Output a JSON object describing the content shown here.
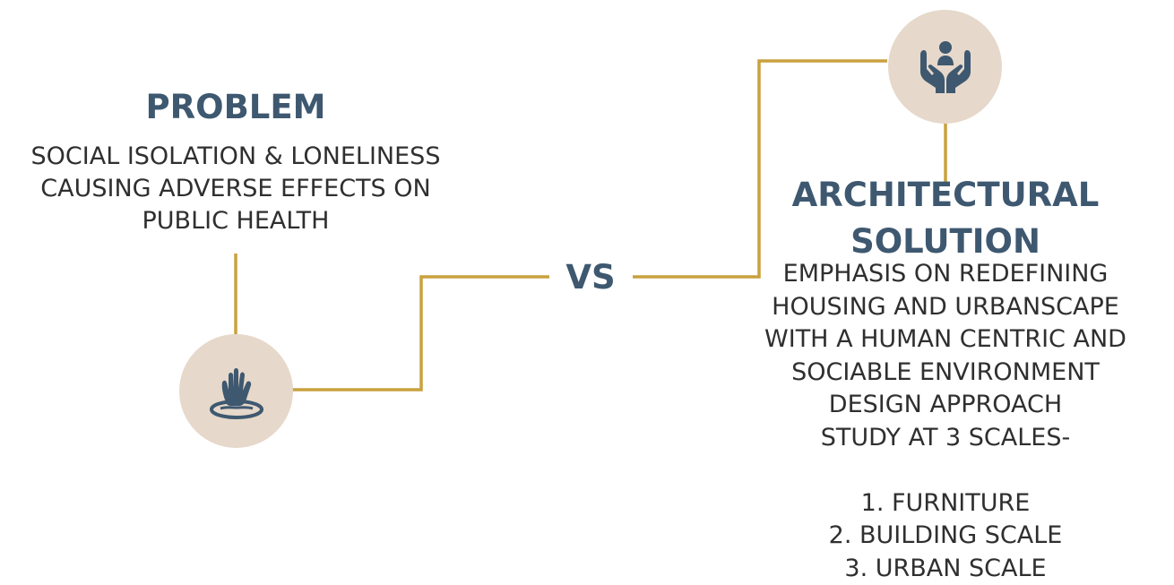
{
  "colors": {
    "heading": "#3e5870",
    "body_text": "#2f2f2f",
    "connector": "#c9a13e",
    "circle_fill": "#e6d8ca",
    "icon": "#3e5870"
  },
  "problem": {
    "title": "PROBLEM",
    "lines": [
      "SOCIAL ISOLATION & LONELINESS",
      "CAUSING ADVERSE EFFECTS ON",
      "PUBLIC HEALTH"
    ],
    "icon": "drowning-hand-icon"
  },
  "vs": {
    "label": "VS"
  },
  "solution": {
    "title_lines": [
      "ARCHITECTURAL",
      "SOLUTION"
    ],
    "lines": [
      "EMPHASIS ON REDEFINING",
      "HOUSING AND URBANSCAPE",
      "WITH A HUMAN CENTRIC AND",
      "SOCIABLE ENVIRONMENT",
      "DESIGN APPROACH",
      "STUDY AT 3 SCALES-",
      "",
      "1. FURNITURE",
      "2. BUILDING SCALE",
      "3. URBAN SCALE"
    ],
    "icon": "hands-holding-person-icon"
  }
}
